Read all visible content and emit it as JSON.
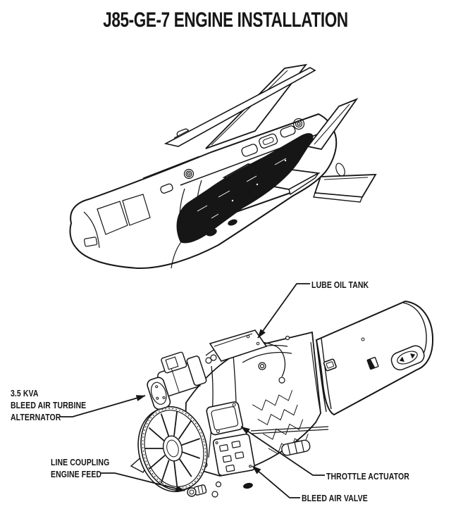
{
  "page": {
    "title": "J85-GE-7 ENGINE INSTALLATION",
    "ink_color": "#161616",
    "background_color": "#ffffff"
  },
  "callouts": {
    "lube_oil_tank": "LUBE OIL TANK",
    "alternator_line1": "3.5 KVA",
    "alternator_line2": "BLEED AIR TURBINE",
    "alternator_line3": "ALTERNATOR",
    "engine_feed_line1": "LINE COUPLING",
    "engine_feed_line2": "ENGINE FEED",
    "throttle_actuator": "THROTTLE ACTUATOR",
    "bleed_air_valve": "BLEED AIR VALVE"
  }
}
